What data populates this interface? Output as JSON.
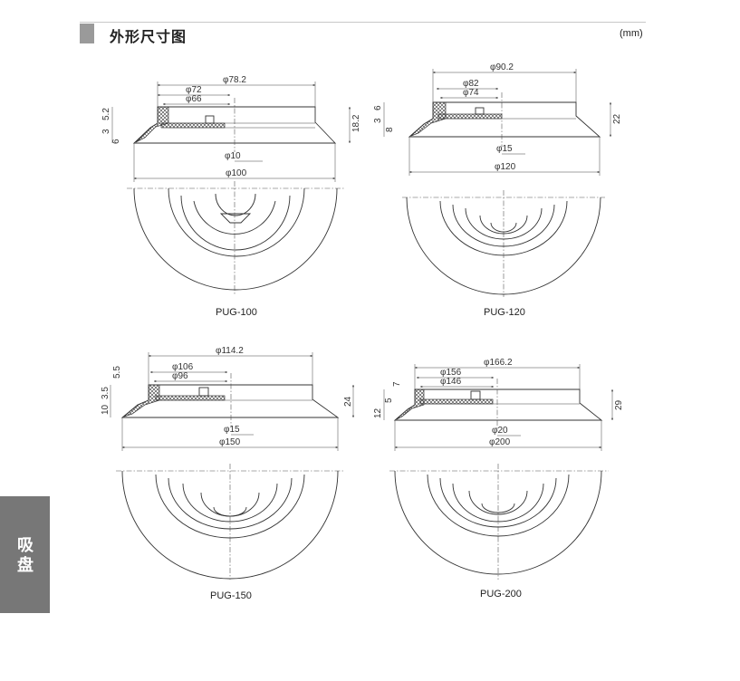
{
  "header": {
    "title": "外形尺寸图",
    "unit": "(mm)"
  },
  "side_tab": {
    "label": "吸盘"
  },
  "drawings": [
    {
      "model": "PUG-100",
      "outer_dia": "φ78.2",
      "dia_a": "φ72",
      "dia_b": "φ66",
      "bore": "φ10",
      "base_dia": "φ100",
      "heights": [
        "5.2",
        "3",
        "6"
      ],
      "total_height": "18.2"
    },
    {
      "model": "PUG-120",
      "outer_dia": "φ90.2",
      "dia_a": "φ82",
      "dia_b": "φ74",
      "bore": "φ15",
      "base_dia": "φ120",
      "heights": [
        "6",
        "3",
        "8"
      ],
      "total_height": "22"
    },
    {
      "model": "PUG-150",
      "outer_dia": "φ114.2",
      "dia_a": "φ106",
      "dia_b": "φ96",
      "bore": "φ15",
      "base_dia": "φ150",
      "heights": [
        "5.5",
        "3.5",
        "10"
      ],
      "total_height": "24"
    },
    {
      "model": "PUG-200",
      "outer_dia": "φ166.2",
      "dia_a": "φ156",
      "dia_b": "φ146",
      "bore": "φ20",
      "base_dia": "φ200",
      "heights": [
        "7",
        "5",
        "12"
      ],
      "total_height": "29"
    }
  ]
}
